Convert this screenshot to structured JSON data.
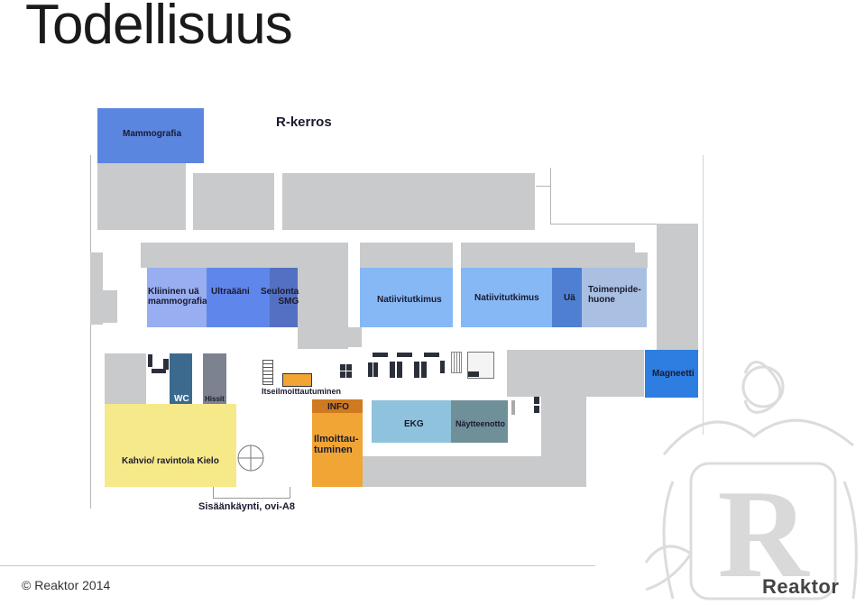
{
  "slide": {
    "title": "Todellisuus"
  },
  "floor": {
    "title": "R-kerros",
    "rooms": {
      "mammografia": "Mammografia",
      "kliininen": "Kliininen uä\nmammografia",
      "ultraaani": "Ultraääni",
      "seulonta": "Seulonta\nSMG",
      "natiivi1": "Natiivitutkimus",
      "natiivi2": "Natiivitutkimus",
      "ua": "Uä",
      "toimenpide": "Toimenpide-\nhuone",
      "magneetti": "Magneetti",
      "wc": "WC",
      "hissit": "Hissit",
      "itseilmoittautuminen": "Itseilmoittautuminen",
      "info": "INFO",
      "ilmoittautuminen": "Ilmoittau-\ntuminen",
      "ekg": "EKG",
      "nayttenotto": "Näytteenotto",
      "kahvio": "Kahvio/ ravintola Kielo",
      "sisaankaynti": "Sisäänkäynti, ovi-A8"
    }
  },
  "colors": {
    "mammografia": "#5b86e0",
    "kliininen": "#98aef0",
    "ultraaani": "#5f86ea",
    "seulonta": "#5470c2",
    "natiivi": "#86b8f5",
    "ua": "#4f7fd0",
    "toimenpide": "#a9c0e2",
    "magneetti": "#2e7de0",
    "wc": "#3b6a8e",
    "hissit": "#7c8290",
    "info": "#cf7a20",
    "ilmoittautuminen": "#f0a535",
    "ekg": "#8fc2dc",
    "nayttenotto": "#6f8f99",
    "kahvio": "#f6e98a",
    "corridor": "#c9cacc"
  },
  "footer": {
    "copyright": "© Reaktor 2014",
    "brand": "Reaktor"
  }
}
